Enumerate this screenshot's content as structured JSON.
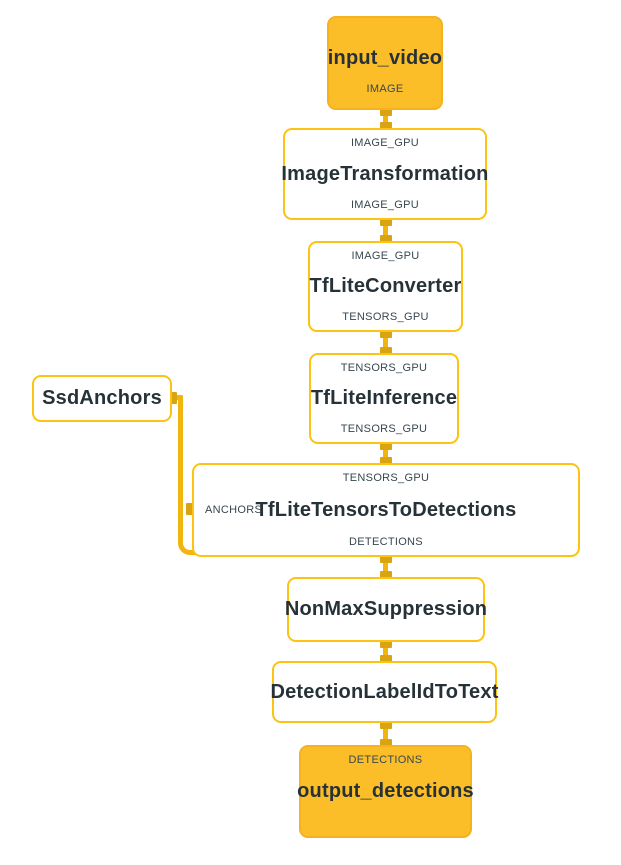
{
  "diagram": {
    "type": "dataflow-graph",
    "colors": {
      "canvas_bg": "#FFFFFF",
      "node_fill": "#FCBE28",
      "node_border": "#FCC312",
      "edge_line": "#F0B50F",
      "port_square": "#D9A312",
      "title_text": "#263238",
      "port_text": "#37474F"
    },
    "nodes": {
      "input_video": {
        "title": "input_video",
        "output_port": "IMAGE",
        "style": "filled"
      },
      "image_transformation": {
        "input_port": "IMAGE_GPU",
        "title": "ImageTransformation",
        "output_port": "IMAGE_GPU",
        "style": "outline"
      },
      "tflite_converter": {
        "input_port": "IMAGE_GPU",
        "title": "TfLiteConverter",
        "output_port": "TENSORS_GPU",
        "style": "outline"
      },
      "tflite_inference": {
        "input_port": "TENSORS_GPU",
        "title": "TfLiteInference",
        "output_port": "TENSORS_GPU",
        "style": "outline"
      },
      "ssd_anchors": {
        "title": "SsdAnchors",
        "style": "outline"
      },
      "tflite_tensors_to_detections": {
        "input_port": "TENSORS_GPU",
        "side_port": "ANCHORS",
        "title": "TfLiteTensorsToDetections",
        "output_port": "DETECTIONS",
        "style": "outline"
      },
      "non_max_suppression": {
        "title": "NonMaxSuppression",
        "style": "outline"
      },
      "detection_label_id_to_text": {
        "title": "DetectionLabelIdToText",
        "style": "outline"
      },
      "output_detections": {
        "input_port": "DETECTIONS",
        "title": "output_detections",
        "style": "filled"
      }
    },
    "edges": [
      {
        "from": "input_video",
        "to": "image_transformation"
      },
      {
        "from": "image_transformation",
        "to": "tflite_converter"
      },
      {
        "from": "tflite_converter",
        "to": "tflite_inference"
      },
      {
        "from": "tflite_inference",
        "to": "tflite_tensors_to_detections"
      },
      {
        "from": "ssd_anchors",
        "to": "tflite_tensors_to_detections"
      },
      {
        "from": "tflite_tensors_to_detections",
        "to": "non_max_suppression"
      },
      {
        "from": "non_max_suppression",
        "to": "detection_label_id_to_text"
      },
      {
        "from": "detection_label_id_to_text",
        "to": "output_detections"
      }
    ]
  }
}
